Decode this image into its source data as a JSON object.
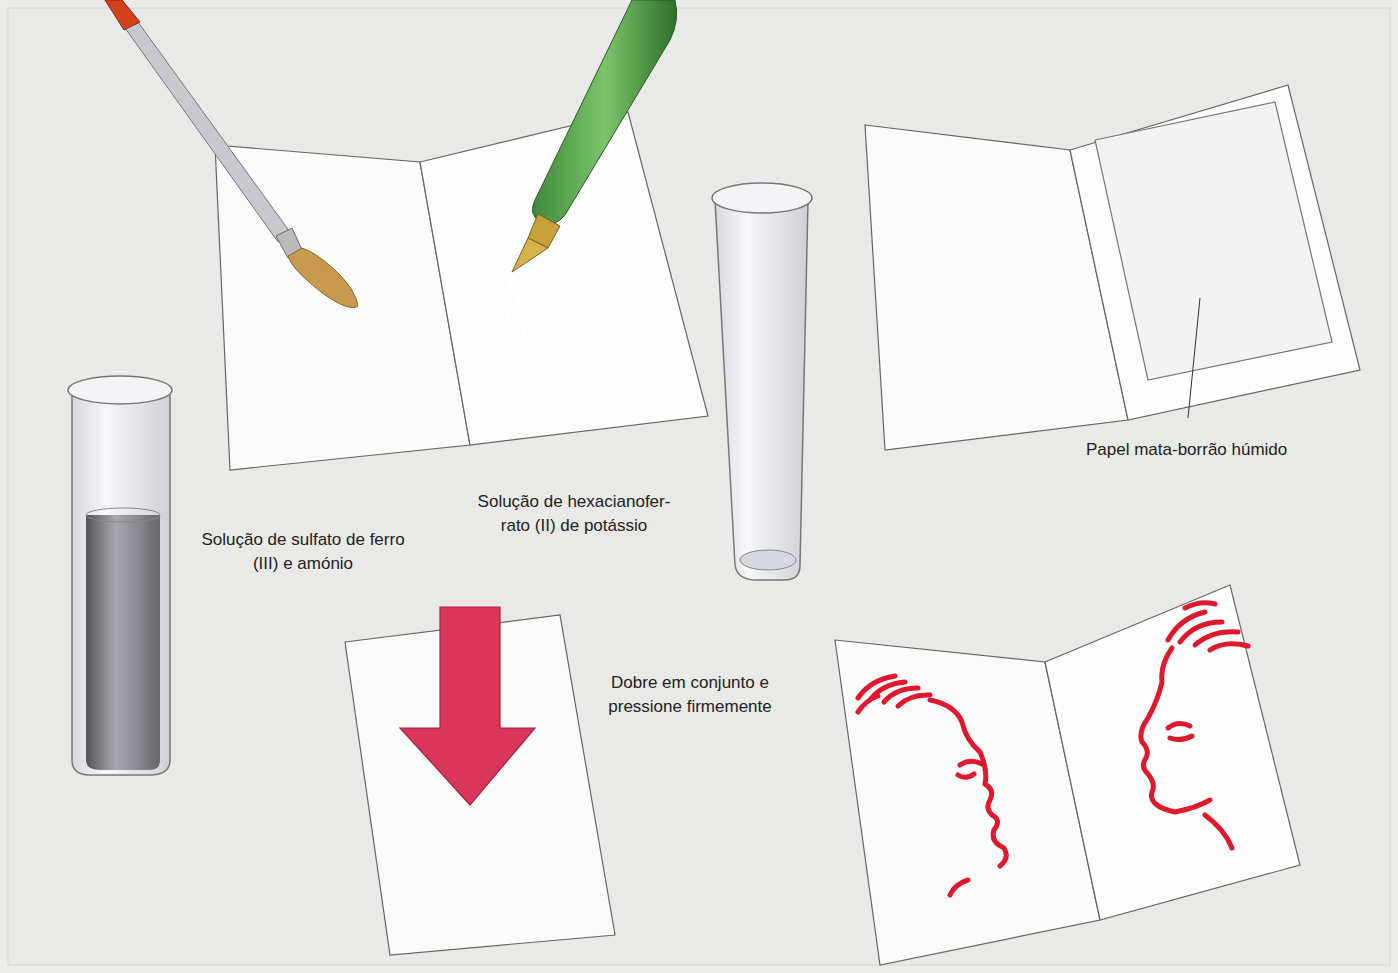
{
  "diagram": {
    "labels": [
      "Papel mata-borrão húmido",
      "Solução de hexacianofer- rato (II) de potássio",
      "Solução de sulfato de ferro (III) e amónio",
      "Dobre em conjunto e pressione firmemente"
    ]
  }
}
